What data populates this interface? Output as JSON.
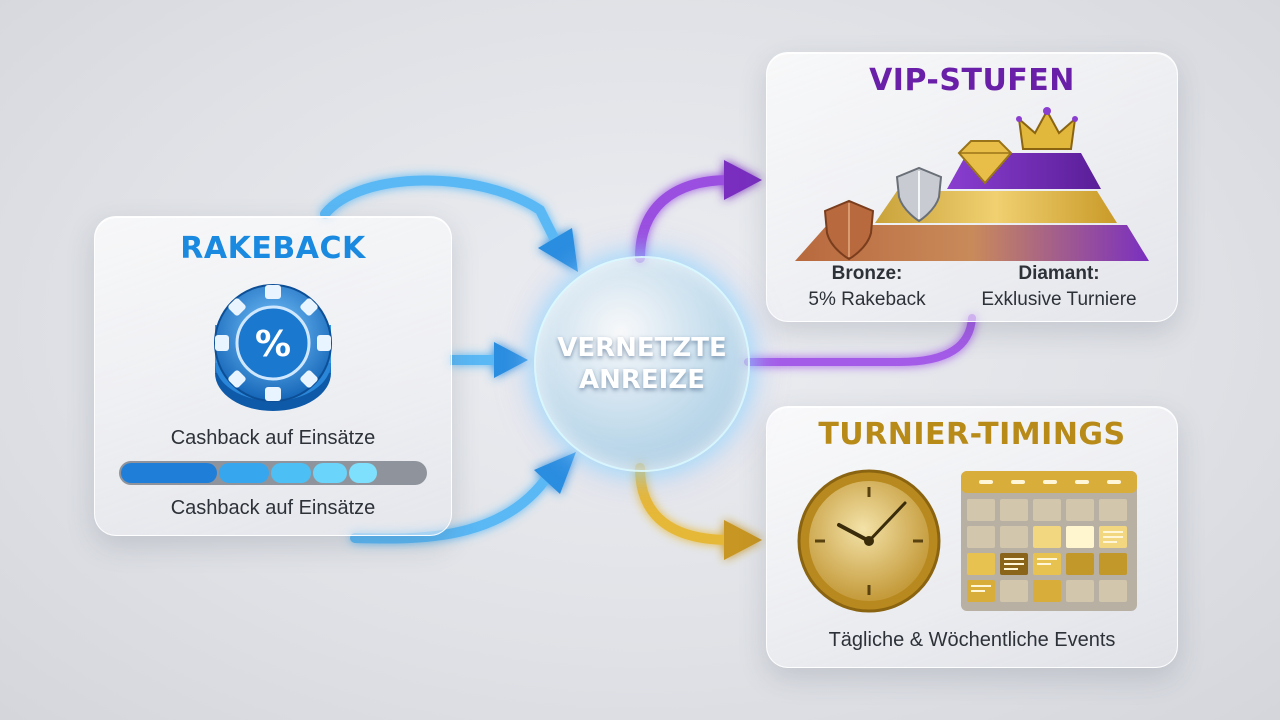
{
  "center": {
    "line1": "VERNETZTE",
    "line2": "ANREIZE"
  },
  "rakeback": {
    "title": "RAKEBACK",
    "chip_symbol": "%",
    "label_top": "Cashback auf Einsätze",
    "label_bottom": "Cashback auf Einsätze",
    "progress_segments": 5
  },
  "vip": {
    "title": "VIP-STUFEN",
    "bronze_name": "Bronze:",
    "bronze_desc": "5% Rakeback",
    "diamant_name": "Diamant:",
    "diamant_desc": "Exklusive Turniere"
  },
  "turnier": {
    "title": "TURNIER-TIMINGS",
    "events_label": "Tägliche & Wöchentliche Events"
  },
  "colors": {
    "blue": "#1a8ae0",
    "purple": "#7a2fc0",
    "gold": "#d4a52a",
    "bronze": "#b8693e"
  }
}
